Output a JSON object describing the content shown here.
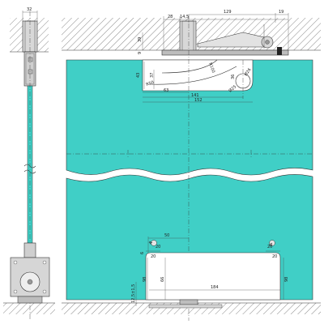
{
  "colors": {
    "glass": "#40cfc6",
    "hatch": "#8a8a8a",
    "metal": "#cfcfcf",
    "line": "#333333",
    "background": "#ffffff"
  },
  "side_view": {
    "top_width": "32"
  },
  "top_fitting": {
    "d_28": "28",
    "d_14_5": "14,5",
    "d_129": "129",
    "d_19": "19",
    "d_39": "39",
    "d_9": "9",
    "d_43": "43",
    "d_37": "37",
    "d_63": "63",
    "d_141": "141",
    "d_152": "152",
    "r_100": "R100",
    "r_50": "R50",
    "d_26": "Ø26",
    "d_36": "36",
    "r_25": "Ø25"
  },
  "bottom_fitting": {
    "d_50": "50",
    "d_6": "6",
    "d_20_left": "20",
    "d_20_left2": "20",
    "d_20_right": "20",
    "d_20_right2": "20",
    "d_r_left": "R",
    "d_r_right": "R",
    "d_66": "66",
    "d_98_left": "98",
    "d_98_right": "98",
    "d_184": "184",
    "d_12_5": "12,5±1,5"
  }
}
